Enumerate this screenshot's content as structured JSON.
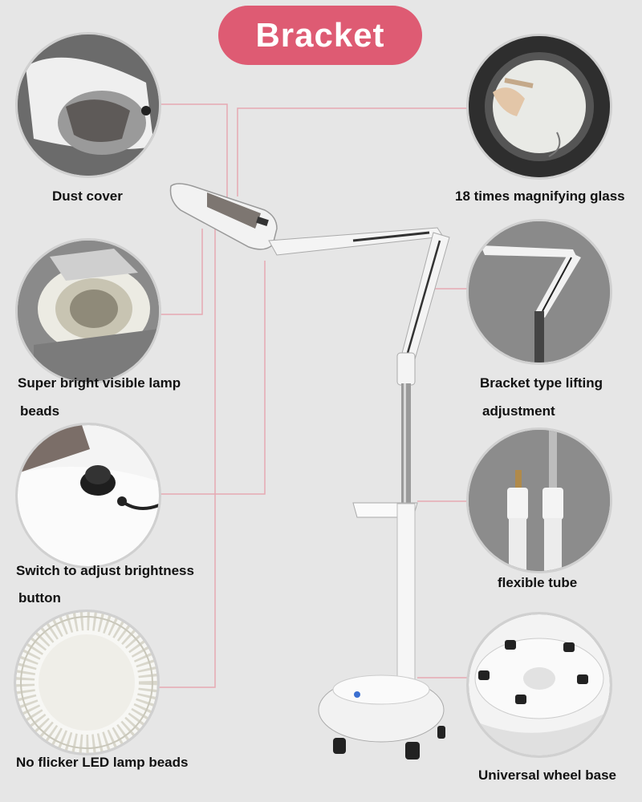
{
  "title": "Bracket",
  "features_left": [
    {
      "label": "Dust cover",
      "icon": "dust-cover-photo"
    },
    {
      "label": "Super bright visible lamp",
      "label2": "beads",
      "icon": "lamp-beads-photo"
    },
    {
      "label": "Switch to adjust brightness",
      "label2": "button",
      "icon": "brightness-knob-photo"
    },
    {
      "label": "No flicker LED lamp beads",
      "icon": "led-ring-photo"
    }
  ],
  "features_right": [
    {
      "label": "18 times magnifying glass",
      "icon": "magnifying-glass-photo"
    },
    {
      "label": "Bracket type lifting",
      "label2": "adjustment",
      "icon": "bracket-arm-photo"
    },
    {
      "label": "flexible tube",
      "icon": "flexible-tube-photo"
    },
    {
      "label": "Universal wheel base",
      "icon": "wheel-base-photo"
    }
  ],
  "colors": {
    "accent": "#de5b73",
    "callout_line": "#e6a9b2",
    "background": "#e6e6e6"
  }
}
